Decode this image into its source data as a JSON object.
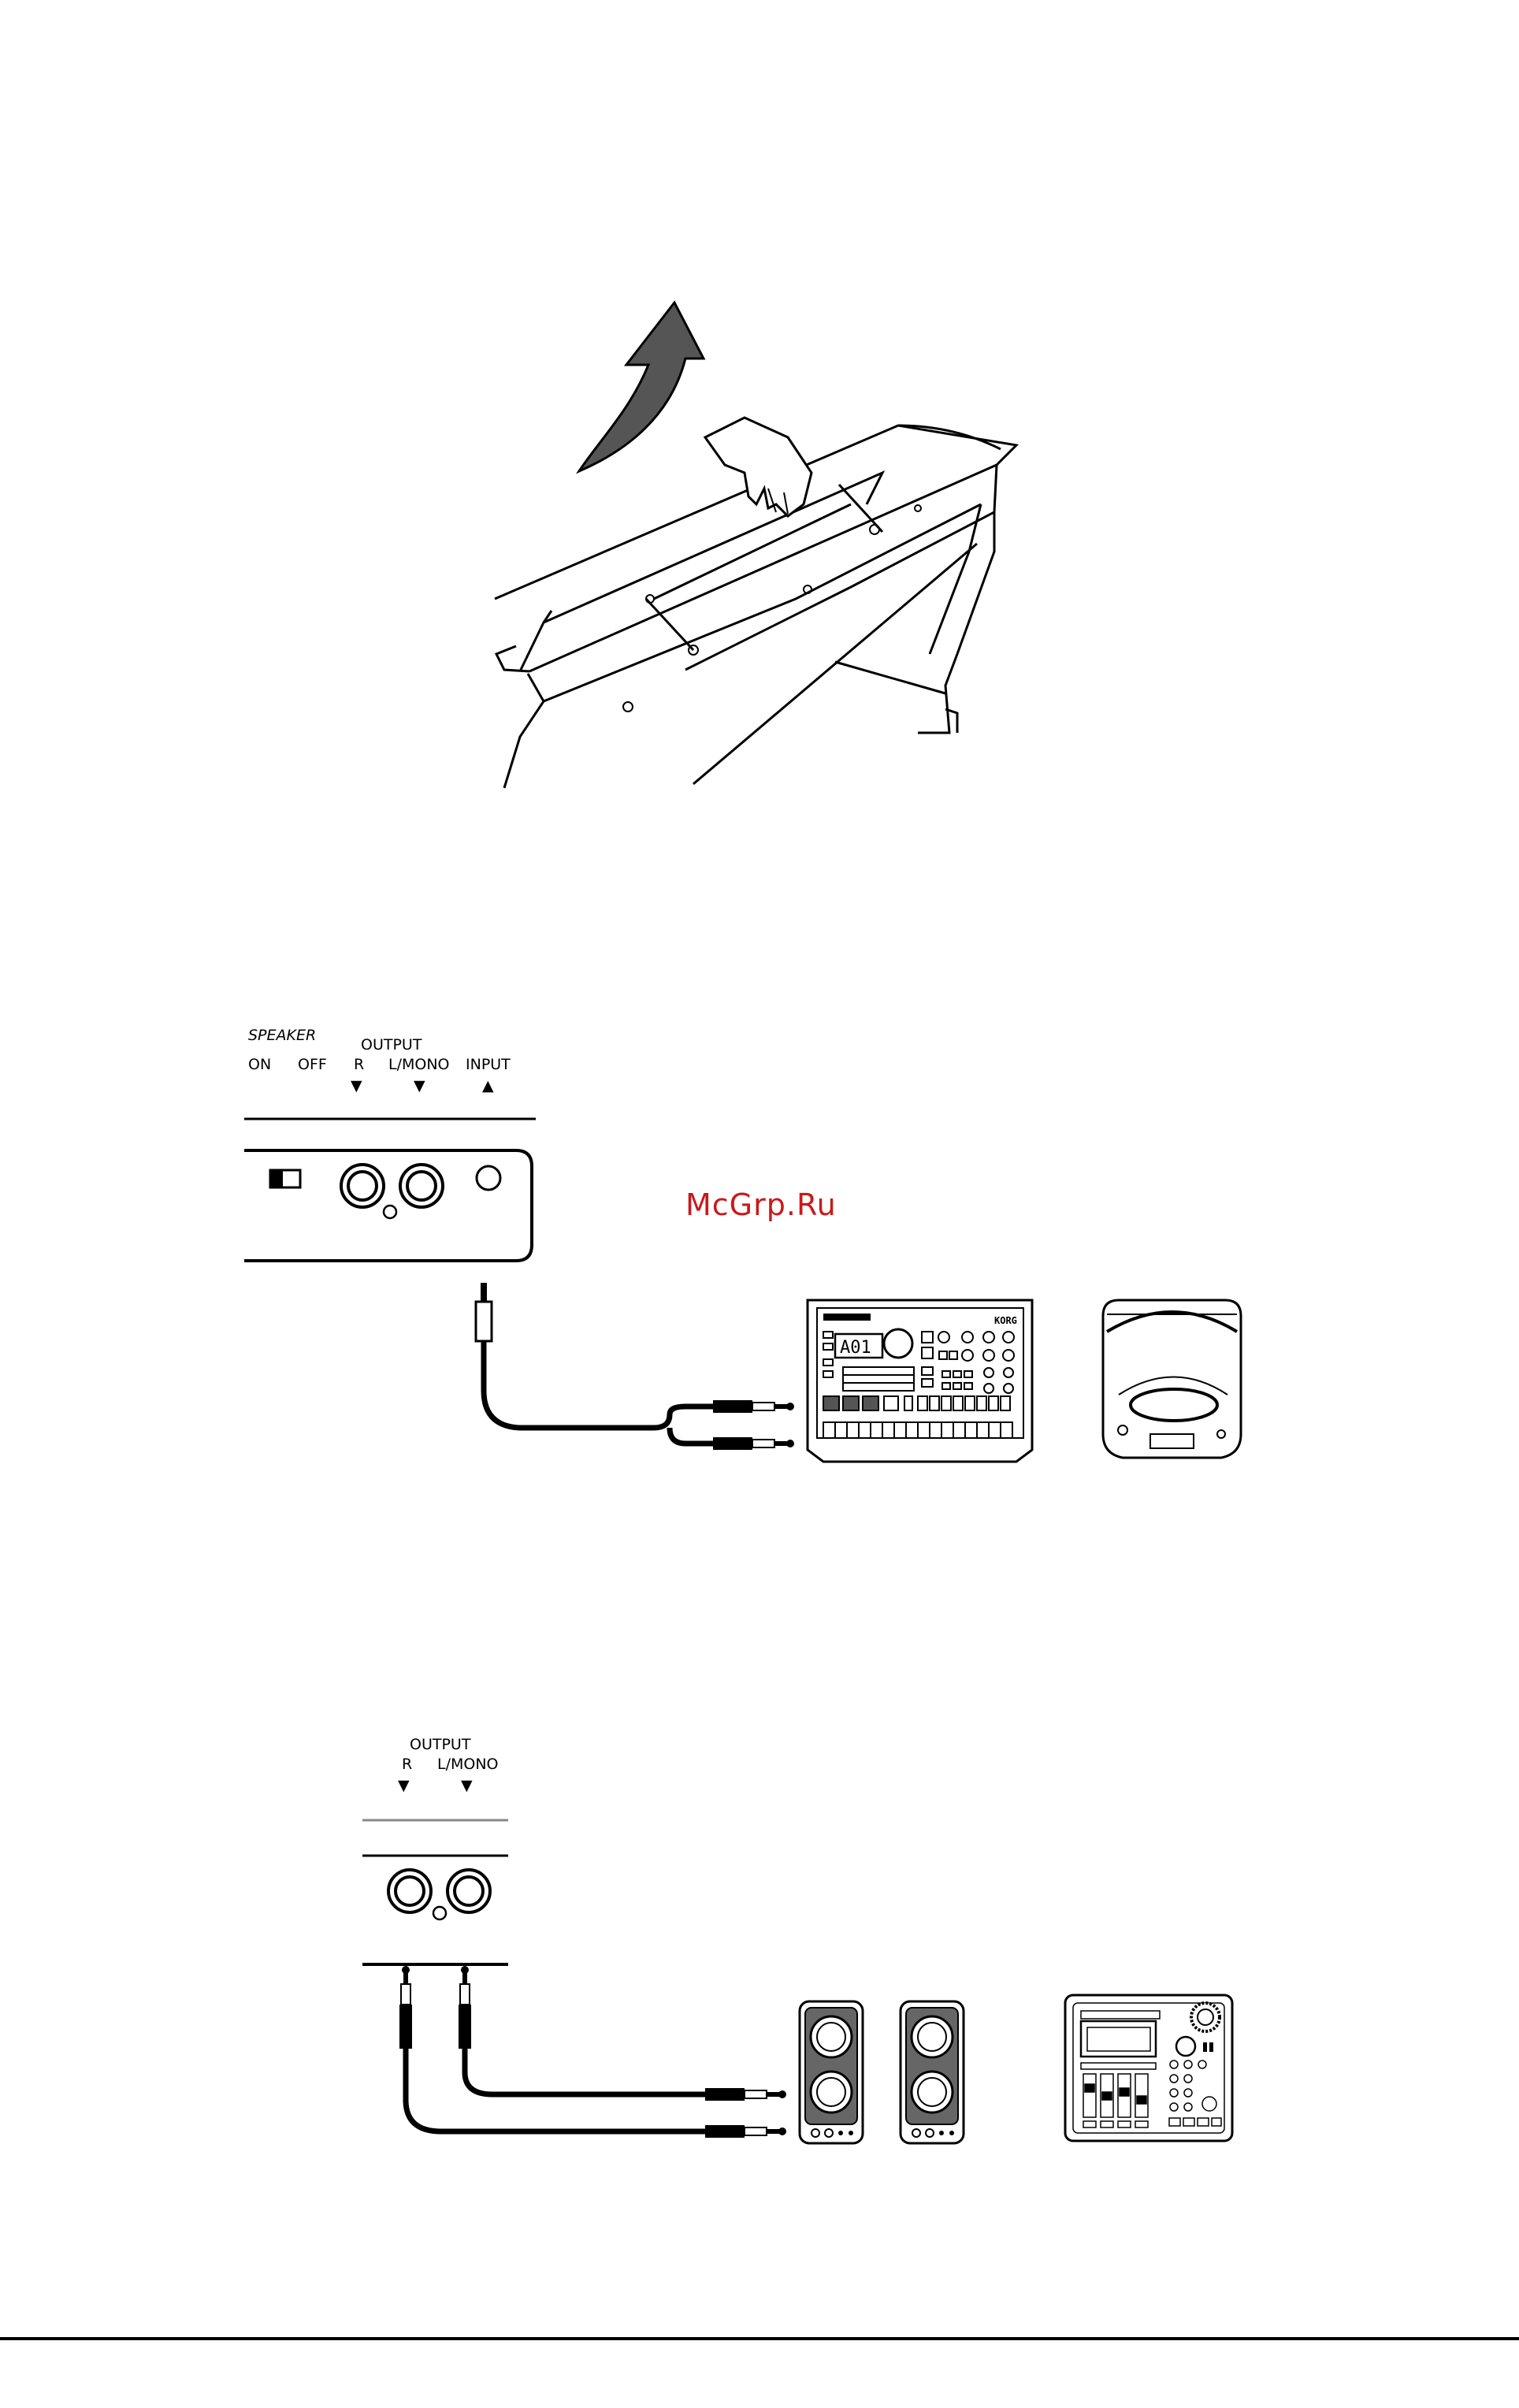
{
  "watermark": "McGrp.Ru",
  "panel_top": {
    "speaker_label": "SPEAKER",
    "on_label": "ON",
    "off_label": "OFF",
    "output_label": "OUTPUT",
    "r_label": "R",
    "lmono_label": "L/MONO",
    "input_label": "INPUT",
    "arrow_down": "▼",
    "arrow_up": "▲"
  },
  "panel_bottom": {
    "output_label": "OUTPUT",
    "r_label": "R",
    "lmono_label": "L/MONO",
    "arrow_down": "▼"
  },
  "device_display": "A01",
  "icons": [
    "arrow-up-icon",
    "hand-icon",
    "music-stand-icon",
    "cable-icon",
    "jack-plug-icon",
    "speaker-icon",
    "cd-player-icon",
    "recorder-icon"
  ]
}
